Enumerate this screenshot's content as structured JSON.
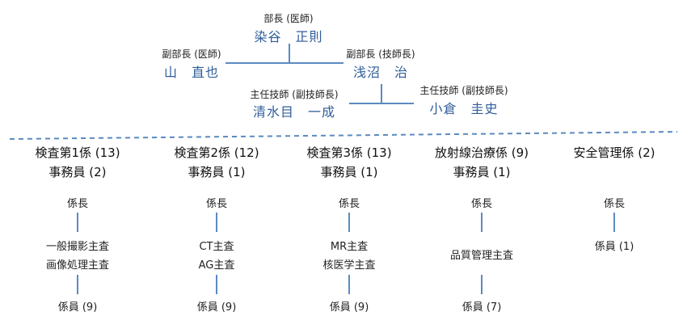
{
  "top": {
    "director": {
      "role": "部長 (医師)",
      "name": "染谷　正則"
    },
    "deputy_left": {
      "role": "副部長 (医師)",
      "name": "山　直也"
    },
    "deputy_right": {
      "role": "副部長 (技師長)",
      "name": "浅沼　治"
    },
    "chief_left": {
      "role": "主任技師 (副技師長)",
      "name": "清水目　一成"
    },
    "chief_right": {
      "role": "主任技師 (副技師長)",
      "name": "小倉　圭史"
    }
  },
  "sections": [
    {
      "title": "検査第1係 (13)",
      "clerk": "事務員 (2)",
      "leader": "係長",
      "mid": [
        "一般撮影主査",
        "画像処理主査"
      ],
      "staff": "係員 (9)"
    },
    {
      "title": "検査第2係 (12)",
      "clerk": "事務員 (1)",
      "leader": "係長",
      "mid": [
        "CT主査",
        "AG主査"
      ],
      "staff": "係員 (9)"
    },
    {
      "title": "検査第3係 (13)",
      "clerk": "事務員 (1)",
      "leader": "係長",
      "mid": [
        "MR主査",
        "核医学主査"
      ],
      "staff": "係員 (9)"
    },
    {
      "title": "放射線治療係 (9)",
      "clerk": "事務員 (1)",
      "leader": "係長",
      "mid": [
        "品質管理主査"
      ],
      "staff": "係員 (7)"
    },
    {
      "title": "安全管理係 (2)",
      "clerk": "",
      "leader": "係長",
      "mid": [],
      "staff": "係員 (1)"
    }
  ],
  "colors": {
    "line": "#5b8ac0",
    "name": "#2f5d9a"
  }
}
